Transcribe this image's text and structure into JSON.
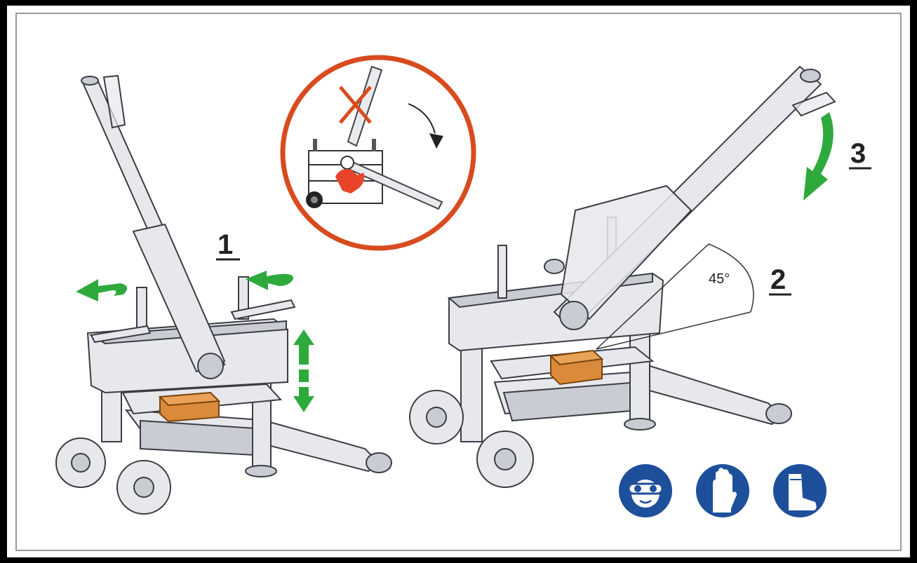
{
  "steps": {
    "step1": "1",
    "step2": "2",
    "step3": "3"
  },
  "angle_label": "45°",
  "colors": {
    "warning_ring": "#d84b1f",
    "arrow_green": "#2eaa3c",
    "safety_blue": "#1e4f9a",
    "brick": "#d98a3a",
    "metal": "#e6e8ec"
  },
  "safety_icons": [
    "eye-protection-icon",
    "gloves-icon",
    "safety-boots-icon"
  ]
}
